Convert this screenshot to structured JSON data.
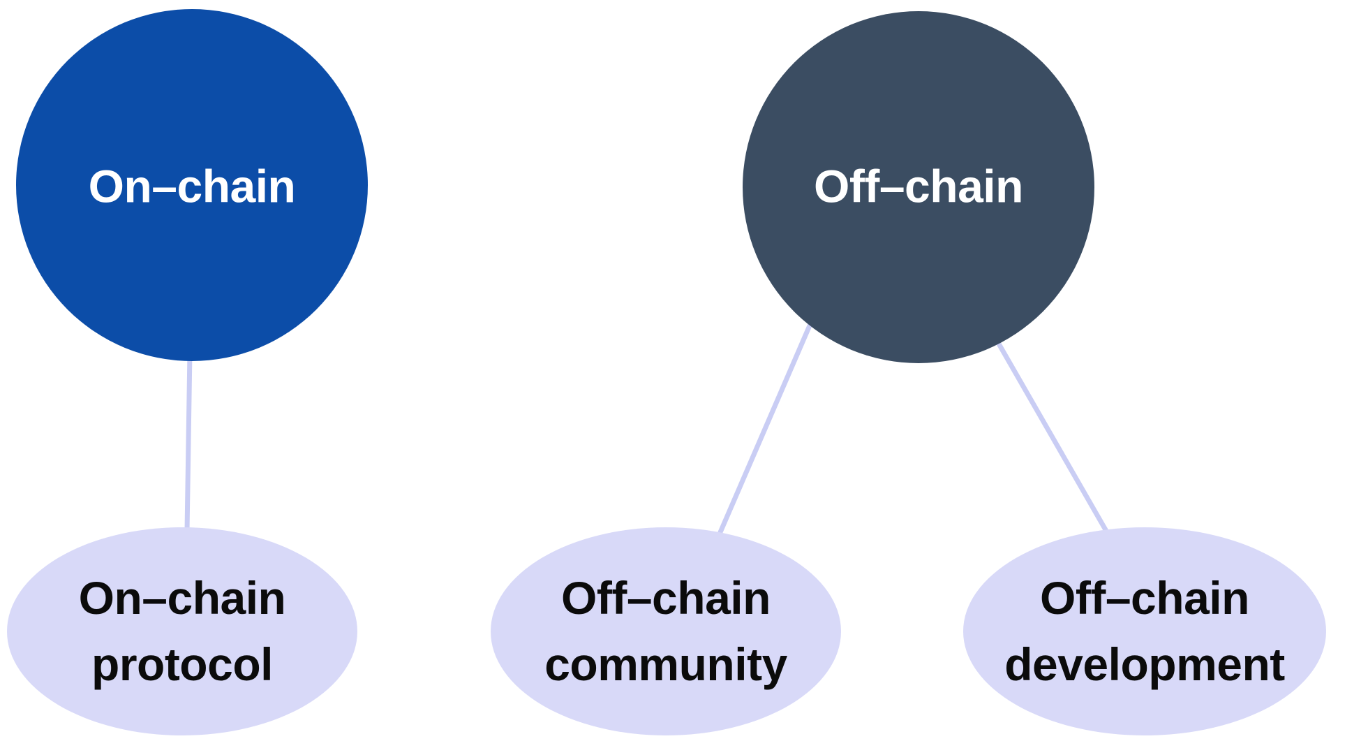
{
  "diagram": {
    "type": "hierarchy",
    "nodes": {
      "on_chain": {
        "label": "On–chain",
        "role": "root"
      },
      "off_chain": {
        "label": "Off–chain",
        "role": "root"
      },
      "on_chain_protocol": {
        "lines": [
          "On–chain",
          "protocol"
        ],
        "role": "leaf"
      },
      "off_chain_community": {
        "lines": [
          "Off–chain",
          "community"
        ],
        "role": "leaf"
      },
      "off_chain_development": {
        "lines": [
          "Off–chain",
          "development"
        ],
        "role": "leaf"
      }
    },
    "edges": [
      {
        "from": "on_chain",
        "to": "on_chain_protocol"
      },
      {
        "from": "off_chain",
        "to": "off_chain_community"
      },
      {
        "from": "off_chain",
        "to": "off_chain_development"
      }
    ],
    "colors": {
      "on_chain_node": "#0c4da8",
      "off_chain_node": "#3b4d62",
      "leaf_node": "#d8d9f8",
      "connector": "#c9cdf4",
      "root_label_text": "#ffffff",
      "leaf_label_text": "#0b0b0b",
      "background": "#ffffff"
    }
  }
}
